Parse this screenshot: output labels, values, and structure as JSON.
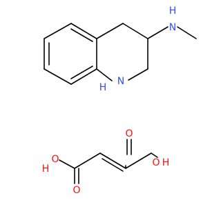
{
  "colors": {
    "background": "#FFFFFF",
    "carbon": "#000000",
    "nitrogen": "#3050F8",
    "oxygen": "#FF0D0D"
  },
  "atoms": {
    "amine_n": "N",
    "amine_h": "H",
    "ring_n": "N",
    "ring_h": "H",
    "oh_left": "O",
    "oh_left_h": "H",
    "o_left": "O",
    "o_right": "O",
    "oh_right": "O",
    "oh_right_h": "H"
  }
}
